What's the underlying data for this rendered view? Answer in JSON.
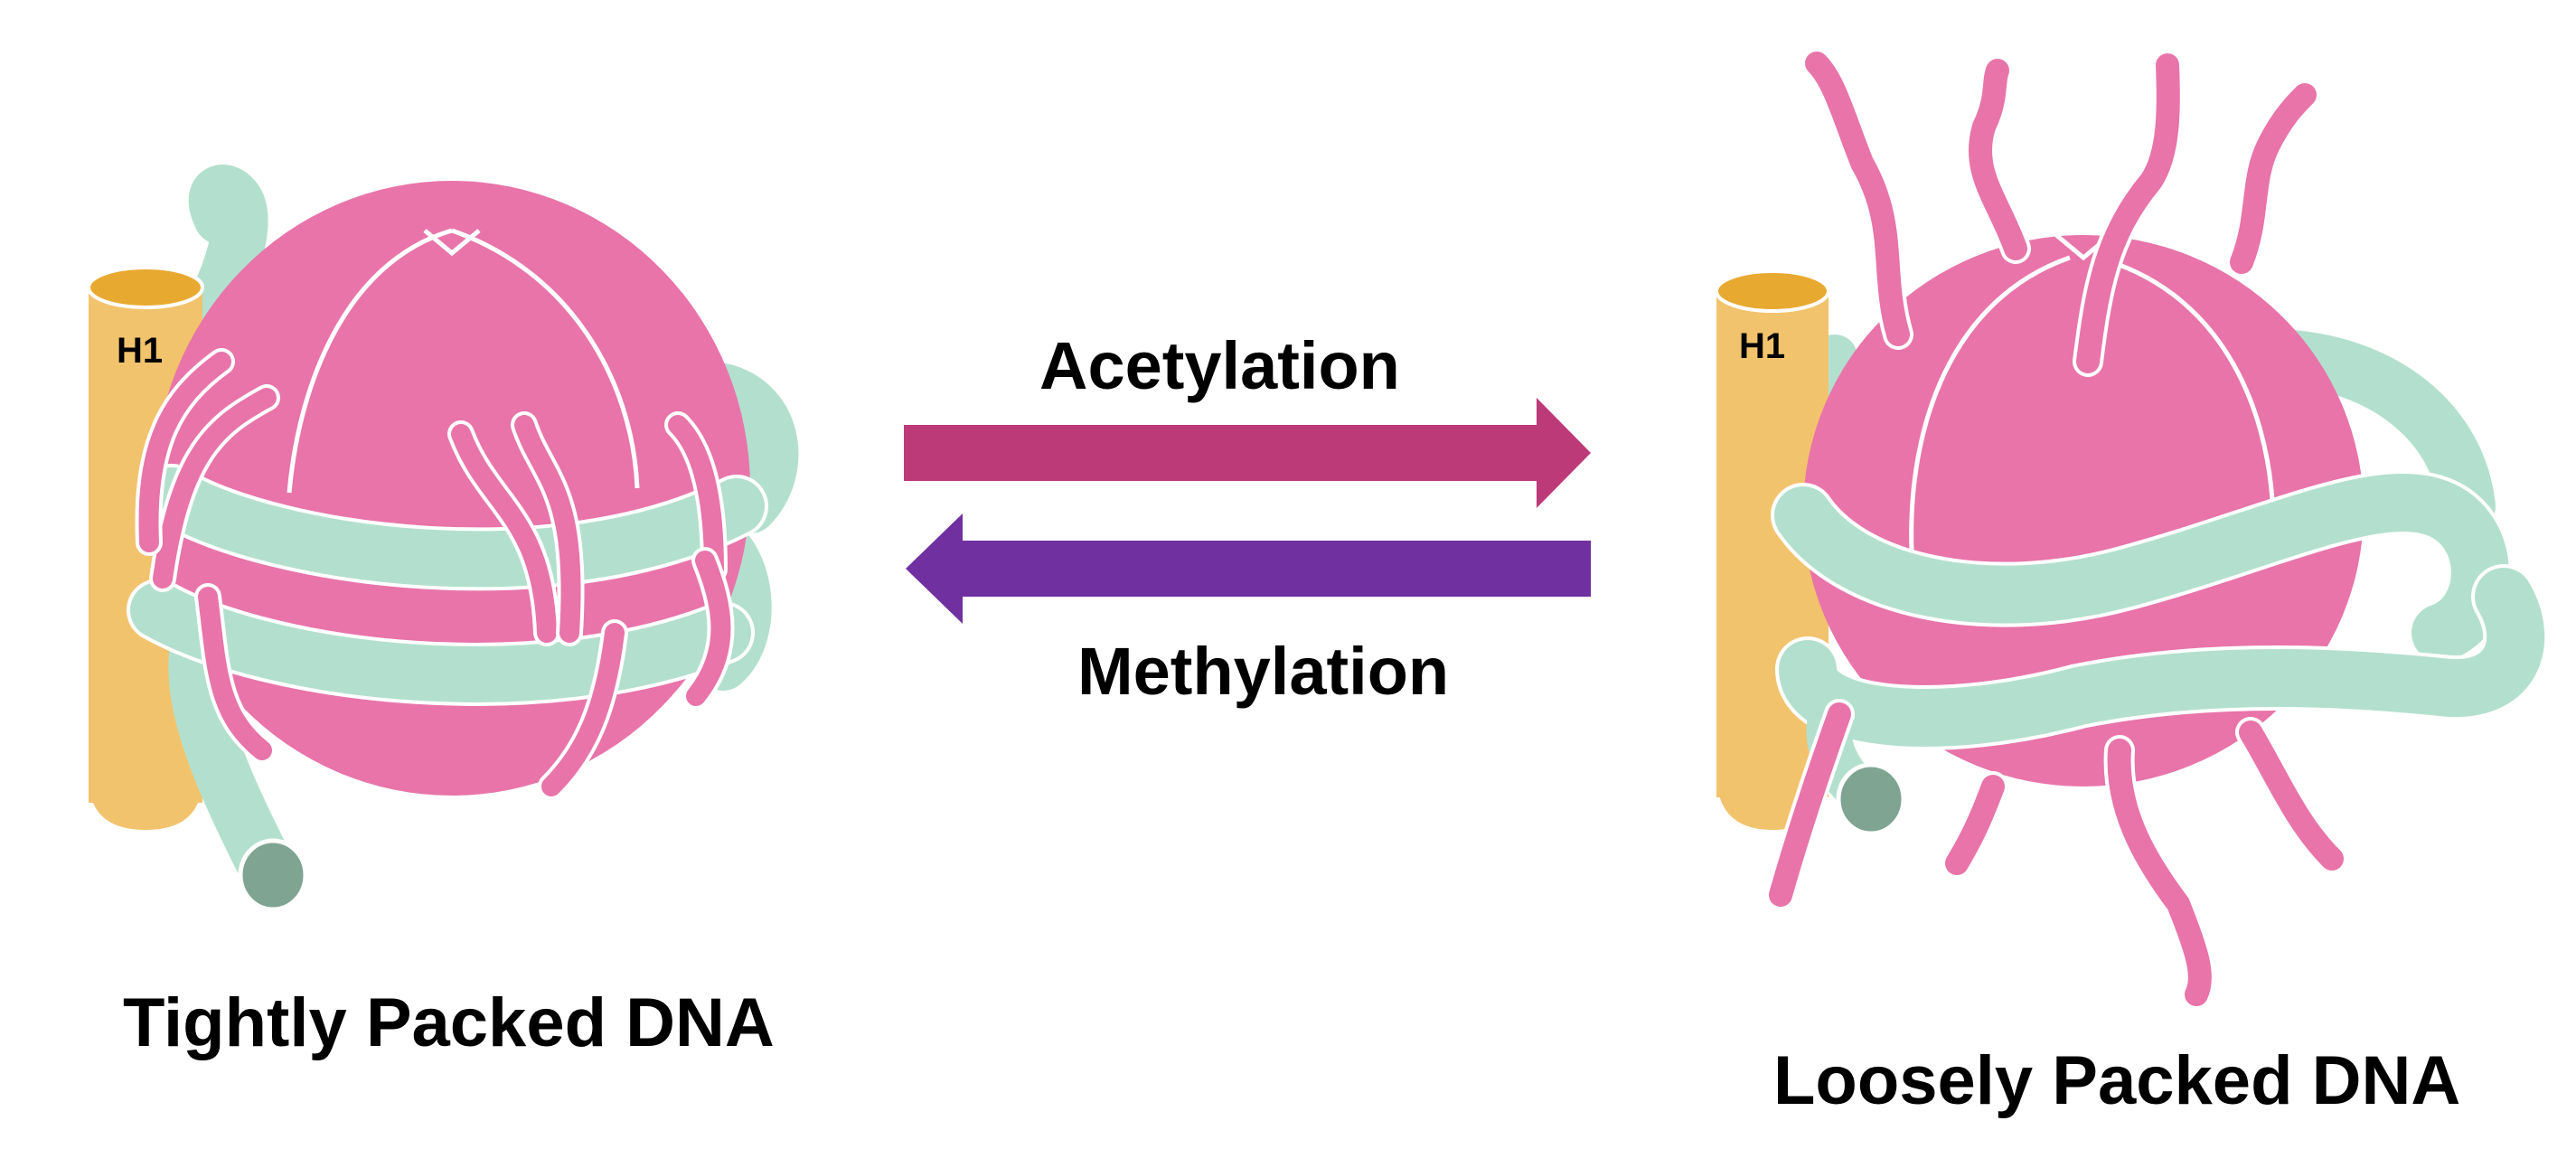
{
  "diagram": {
    "left": {
      "caption": "Tightly Packed DNA",
      "histone_label": "H1"
    },
    "right": {
      "caption": "Loosely Packed DNA",
      "histone_label": "H1"
    },
    "forward_arrow": {
      "label": "Acetylation",
      "direction": "right",
      "color": "#bd3a78"
    },
    "reverse_arrow": {
      "label": "Methylation",
      "direction": "left",
      "color": "#7030a0"
    },
    "colors": {
      "histone_core": "#e874aa",
      "dna_strand": "#b3e0ce",
      "linker_histone": "#f2c36d",
      "linker_histone_top": "#e8a930",
      "dna_end": "#7fa592",
      "outline": "#ffffff"
    }
  }
}
